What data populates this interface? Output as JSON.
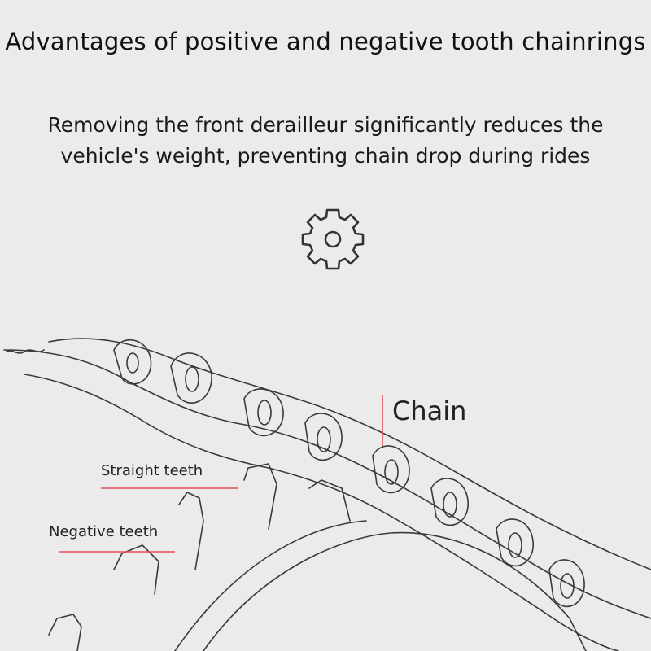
{
  "header": {
    "title": "Advantages of positive and negative tooth chainrings",
    "subtitle_line1": "Removing the front derailleur significantly reduces the",
    "subtitle_line2": "vehicle's weight, preventing chain drop during rides"
  },
  "icons": {
    "gear": "gear-icon"
  },
  "labels": {
    "chain": "Chain",
    "straight_teeth": "Straight teeth",
    "negative_teeth": "Negative teeth"
  },
  "colors": {
    "background": "#ebebeb",
    "leader_line": "#e8505b",
    "line_art": "#3a3a3a"
  }
}
